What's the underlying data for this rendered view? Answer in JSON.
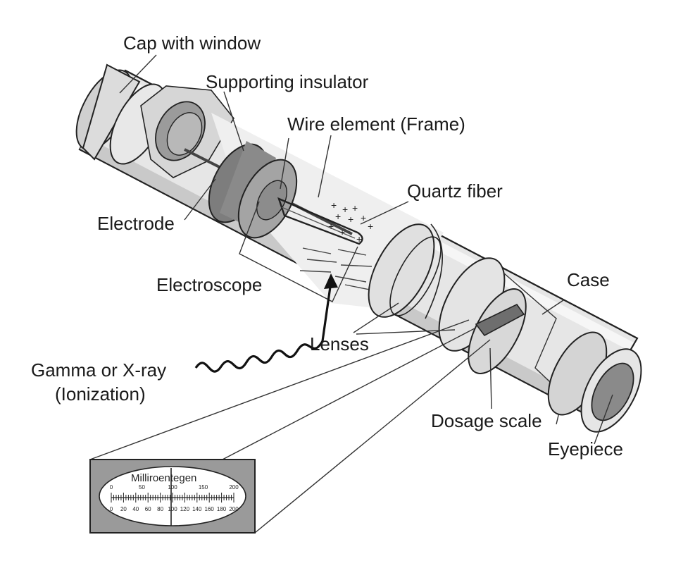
{
  "labels": {
    "cap_with_window": "Cap with window",
    "supporting_insulator": "Supporting insulator",
    "wire_element": "Wire element (Frame)",
    "quartz_fiber": "Quartz fiber",
    "electrode": "Electrode",
    "electroscope": "Electroscope",
    "case": "Case",
    "lenses": "Lenses",
    "gamma_line1": "Gamma or X-ray",
    "gamma_line2": "(Ionization)",
    "dosage_scale": "Dosage scale",
    "eyepiece": "Eyepiece"
  },
  "scale": {
    "title": "Milliroentegen",
    "top_ticks": [
      "0",
      "50",
      "100",
      "150",
      "200"
    ],
    "bottom_ticks": [
      "0",
      "20",
      "40",
      "60",
      "80",
      "100",
      "120",
      "140",
      "160",
      "180",
      "200"
    ]
  },
  "colors": {
    "tube": "#e2e2e2",
    "tube_dark": "#bdbdbd",
    "insulator": "#8f8f8f",
    "scale_panel": "#9a9a9a",
    "line": "#222222"
  }
}
